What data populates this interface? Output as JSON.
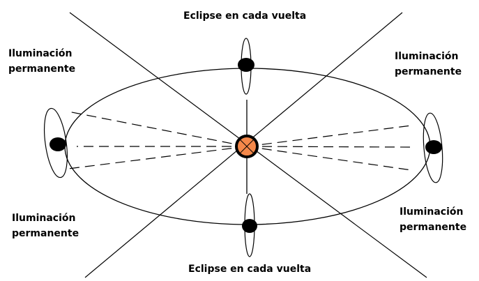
{
  "labels": {
    "top": "Eclipse en cada vuelta",
    "bottom": "Eclipse en cada vuelta",
    "upper_left": [
      "Iluminación",
      "permanente"
    ],
    "upper_right": [
      "Iluminación",
      "permanente"
    ],
    "lower_left": [
      "Iluminación",
      "permanente"
    ],
    "lower_right": [
      "Iluminación",
      "permanente"
    ]
  },
  "colors": {
    "sun_fill": "#f4884a",
    "ink": "#000000"
  }
}
